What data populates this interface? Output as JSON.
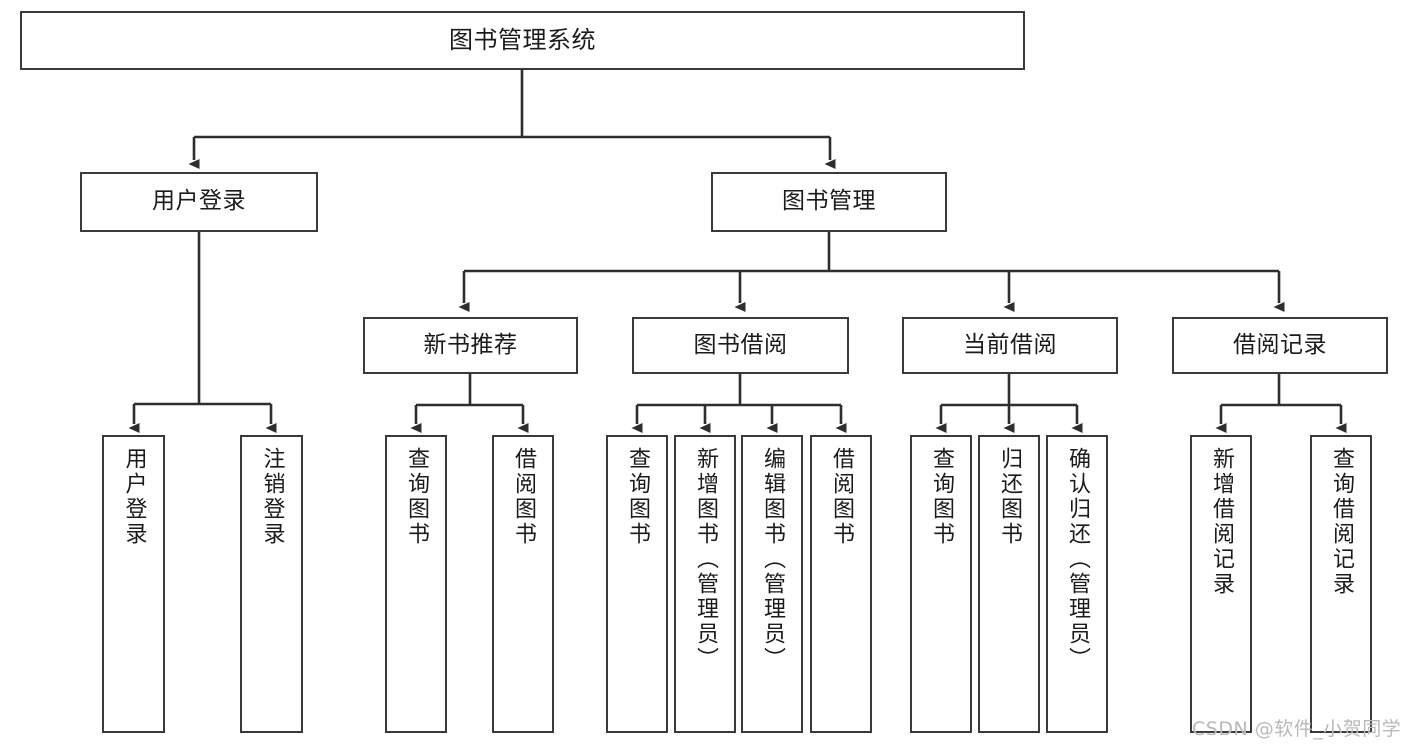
{
  "diagram": {
    "title": "图书管理系统",
    "type": "tree-hierarchy-chart",
    "watermark": "CSDN @软件_小贺同学",
    "colors": {
      "border": "#3a3a3a",
      "text": "#1b1b1b",
      "background": "#ffffff",
      "edge": "#2e2e2e",
      "watermark": "#b9b9b9"
    },
    "nodes": {
      "root": {
        "label": "图书管理系统"
      },
      "level2": [
        {
          "id": "user-login",
          "label": "用户登录"
        },
        {
          "id": "book-management",
          "label": "图书管理"
        }
      ],
      "level3": [
        {
          "id": "new-book-recommend",
          "label": "新书推荐"
        },
        {
          "id": "book-borrow",
          "label": "图书借阅"
        },
        {
          "id": "current-borrow",
          "label": "当前借阅"
        },
        {
          "id": "borrow-record",
          "label": "借阅记录"
        }
      ],
      "leaves": [
        {
          "id": "leaf-user-login",
          "label": "用户登录",
          "parent": "user-login"
        },
        {
          "id": "leaf-logout-login",
          "label": "注销登录",
          "parent": "user-login"
        },
        {
          "id": "leaf-query-book-1",
          "label": "查询图书",
          "parent": "new-book-recommend"
        },
        {
          "id": "leaf-borrow-book-1",
          "label": "借阅图书",
          "parent": "new-book-recommend"
        },
        {
          "id": "leaf-query-book-2",
          "label": "查询图书",
          "parent": "book-borrow"
        },
        {
          "id": "leaf-add-book",
          "label": "新增图书（管理员）",
          "parent": "book-borrow"
        },
        {
          "id": "leaf-edit-book",
          "label": "编辑图书（管理员）",
          "parent": "book-borrow"
        },
        {
          "id": "leaf-borrow-book-2",
          "label": "借阅图书",
          "parent": "book-borrow"
        },
        {
          "id": "leaf-query-book-3",
          "label": "查询图书",
          "parent": "current-borrow"
        },
        {
          "id": "leaf-return-book",
          "label": "归还图书",
          "parent": "current-borrow"
        },
        {
          "id": "leaf-confirm-return",
          "label": "确认归还（管理员）",
          "parent": "current-borrow"
        },
        {
          "id": "leaf-add-record",
          "label": "新增借阅记录",
          "parent": "borrow-record"
        },
        {
          "id": "leaf-query-record",
          "label": "查询借阅记录",
          "parent": "borrow-record"
        }
      ]
    }
  }
}
